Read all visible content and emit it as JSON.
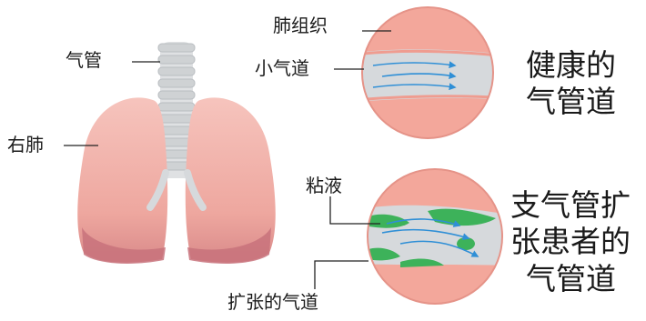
{
  "labels": {
    "trachea": "气管",
    "right_lung": "右肺",
    "lung_tissue": "肺组织",
    "small_airway": "小气道",
    "mucus": "粘液",
    "dilated_airway": "扩张的气道"
  },
  "captions": {
    "healthy_line1": "健康的",
    "healthy_line2": "气管道",
    "patient_line1": "支气管扩",
    "patient_line2": "张患者的",
    "patient_line3": "气管道"
  },
  "colors": {
    "lung_fill": "#f2b3ad",
    "lung_base": "#c8727b",
    "tissue": "#f3a79b",
    "airway": "#d6d9dc",
    "flow_arrow": "#2f8fd6",
    "mucus": "#3db25a",
    "trachea_ring": "#cfd2d4"
  },
  "icons": [
    "lungs-illustration",
    "healthy-airway-magnifier",
    "diseased-airway-magnifier"
  ]
}
